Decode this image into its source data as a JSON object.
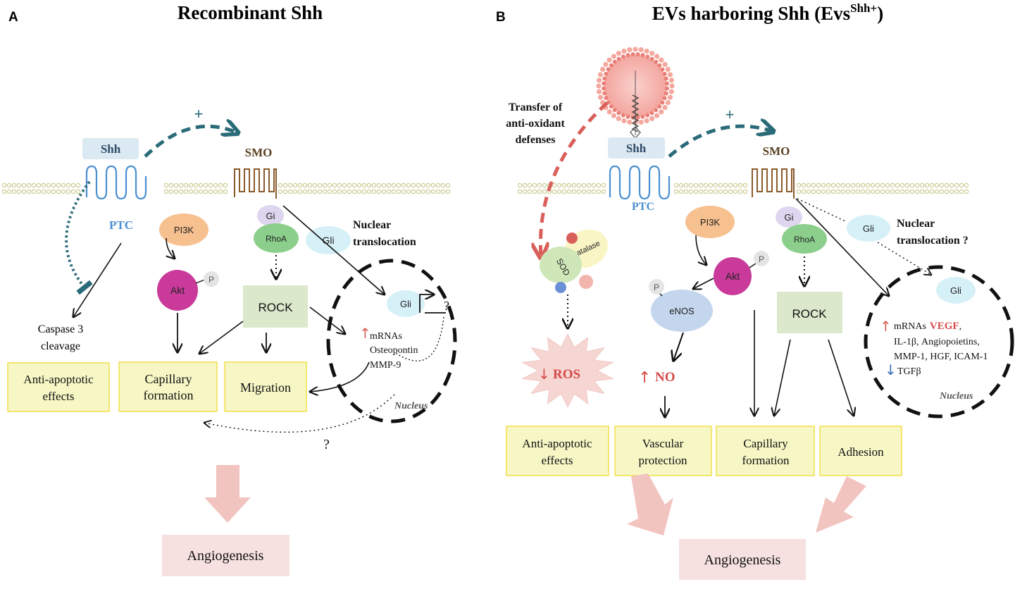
{
  "panel_a": {
    "letter": "A",
    "title": "Recombinant Shh",
    "plus": "+",
    "shh": "Shh",
    "smo": "SMO",
    "ptc": "PTC",
    "pi3k": "PI3K",
    "akt": "Akt",
    "p": "P",
    "gi": "Gi",
    "rhoa": "RhoA",
    "gli": "Gli",
    "gli_nucleus": "Gli",
    "nuclear_line1": "Nuclear",
    "nuclear_line2": "translocation",
    "rock": "ROCK",
    "q_promoter": "?",
    "mrnas": "mRNAs",
    "osteopontin": "Osteopontin",
    "mmp9": "MMP-9",
    "nucleus": "Nucleus",
    "caspase_line1": "Caspase 3",
    "caspase_line2": "cleavage",
    "anti_line1": "Anti-apoptotic",
    "anti_line2": "effects",
    "cap_line1": "Capillary",
    "cap_line2": "formation",
    "migration": "Migration",
    "q_bottom": "?",
    "angiogenesis": "Angiogenesis"
  },
  "panel_b": {
    "letter": "B",
    "title_main": "EVs harboring Shh (Evs",
    "title_sup": "Shh+",
    "title_end": ")",
    "transfer_line1": "Transfer of",
    "transfer_line2": "anti-oxidant",
    "transfer_line3": "defenses",
    "plus": "+",
    "shh": "Shh",
    "smo": "SMO",
    "ptc": "PTC",
    "pi3k": "PI3K",
    "akt": "Akt",
    "p_akt": "P",
    "p_enos": "P",
    "enos": "eNOS",
    "gi": "Gi",
    "rhoa": "RhoA",
    "gli": "Gli",
    "gli_nucleus": "Gli",
    "nuclear_line1": "Nuclear",
    "nuclear_line2": "translocation ?",
    "sod": "SOD",
    "catalase": "Catalase",
    "ros": "ROS",
    "no": "NO",
    "rock": "ROCK",
    "mrnas": "mRNAs",
    "vegf": "VEGF",
    "comma": ",",
    "line2": "IL-1β, Angiopoietins,",
    "line3": "MMP-1, HGF, ICAM-1",
    "tgfb": "TGFβ",
    "nucleus": "Nucleus",
    "anti_line1": "Anti-apoptotic",
    "anti_line2": "effects",
    "vasc_line1": "Vascular",
    "vasc_line2": "protection",
    "cap_line1": "Capillary",
    "cap_line2": "formation",
    "adhesion": "Adhesion",
    "angiogenesis": "Angiogenesis"
  },
  "colors": {
    "teal": "#2a6b78",
    "red_dash": "#d9605a",
    "yellow_box": "#f7f7c6",
    "yellow_border": "#f0e14a",
    "pink_box": "#f6e0e0",
    "pink_arrow": "#f2c4c0",
    "ptc_blue": "#4a8fd0",
    "smo_brown": "#8a5a2b",
    "membrane": "#c9c98e",
    "pi3k": "#f7c08f",
    "akt": "#c93a9a",
    "gi": "#ddd6ee",
    "rhoa": "#8ccf8c",
    "gli": "#d6f0f8",
    "rock": "#dbe8cc",
    "enos": "#c4d6ee",
    "red_text": "#d64a4a"
  }
}
